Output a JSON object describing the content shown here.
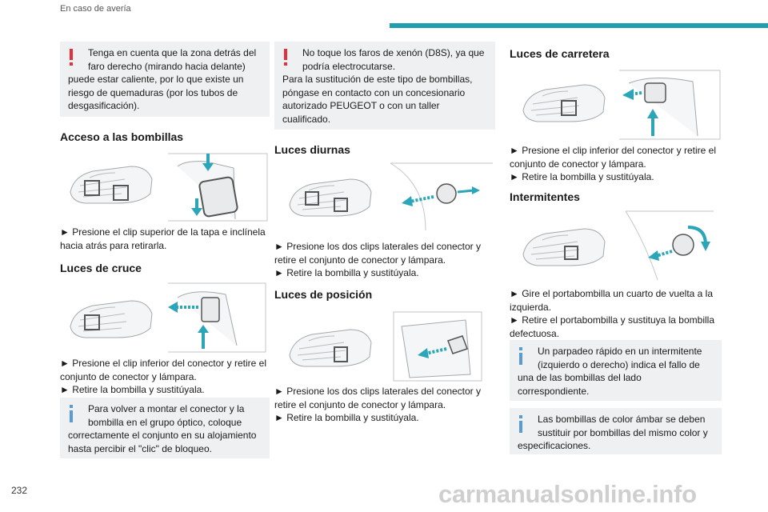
{
  "header": {
    "section_title": "En caso de avería"
  },
  "page_number": "232",
  "watermark": "carmanualsonline.info",
  "colors": {
    "accent": "#1f9fb0",
    "warning": "#e5303a",
    "info": "#5b9bd5",
    "note_bg": "#eef0f1"
  },
  "col1": {
    "warning_note": {
      "first": "Tenga en cuenta que la zona detrás del faro derecho (mirando hacia delante)",
      "rest": "puede estar caliente, por lo que existe un riesgo de quemaduras (por los tubos de desgasificación)."
    },
    "access": {
      "title": "Acceso a las bombillas",
      "steps": [
        "► Presione el clip superior de la tapa e inclínela hacia atrás para retirarla."
      ]
    },
    "low_beam": {
      "title": "Luces de cruce",
      "steps": [
        "► Presione el clip inferior del conector y retire el conjunto de conector y lámpara.",
        "► Retire la bombilla y sustitúyala."
      ]
    },
    "info_note": {
      "first": "Para volver a montar el conector y la bombilla en el grupo óptico, coloque",
      "rest": "correctamente el conjunto en su alojamiento hasta percibir el \"clic\" de bloqueo."
    }
  },
  "col2": {
    "warning_note": {
      "first": "No toque los faros de xenón (D8S), ya que podría electrocutarse.",
      "rest": "Para la sustitución de este tipo de bombillas, póngase en contacto con un concesionario autorizado PEUGEOT o con un taller cualificado."
    },
    "daytime": {
      "title": "Luces diurnas",
      "steps": [
        "► Presione los dos clips laterales del conector y retire el conjunto de conector y lámpara.",
        "► Retire la bombilla y sustitúyala."
      ]
    },
    "position": {
      "title": "Luces de posición",
      "steps": [
        "► Presione los dos clips laterales del conector y retire el conjunto de conector y lámpara.",
        "► Retire la bombilla y sustitúyala."
      ]
    }
  },
  "col3": {
    "high_beam": {
      "title": "Luces de carretera",
      "steps": [
        "► Presione el clip inferior del conector y retire el conjunto de conector y lámpara.",
        "► Retire la bombilla y sustitúyala."
      ]
    },
    "indicators": {
      "title": "Intermitentes",
      "steps": [
        "► Gire el portabombilla un cuarto de vuelta a la izquierda.",
        "► Retire el portabombilla y sustituya la bombilla defectuosa."
      ]
    },
    "info_note_1": {
      "first": "Un parpadeo rápido en un intermitente (izquierdo o derecho) indica el fallo de",
      "rest": "una de las bombillas del lado correspondiente."
    },
    "info_note_2": {
      "first": "Las bombillas de color ámbar se deben sustituir por bombillas del mismo color y",
      "rest": "especificaciones."
    }
  }
}
